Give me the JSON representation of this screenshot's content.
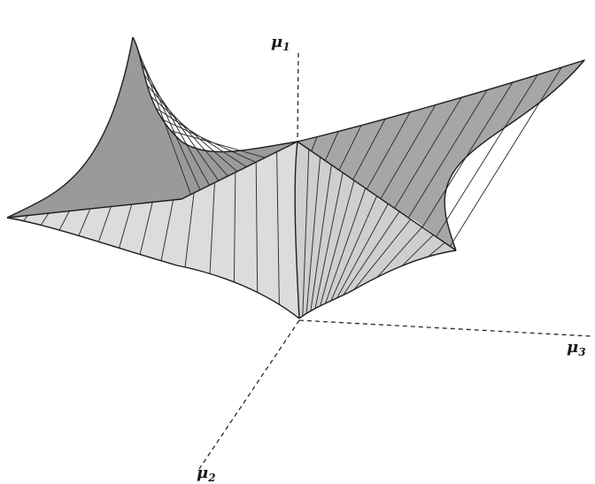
{
  "axes": {
    "mu1": {
      "symbol": "μ",
      "subscript": "1"
    },
    "mu2": {
      "symbol": "μ",
      "subscript": "2"
    },
    "mu3": {
      "symbol": "μ",
      "subscript": "3"
    }
  },
  "colors": {
    "background": "#ffffff",
    "front_surface": "#d9d9d9",
    "back_surface": "#8e8e8e",
    "back_surface_light": "#b4b4b4",
    "lines": "#1e1e1e"
  }
}
